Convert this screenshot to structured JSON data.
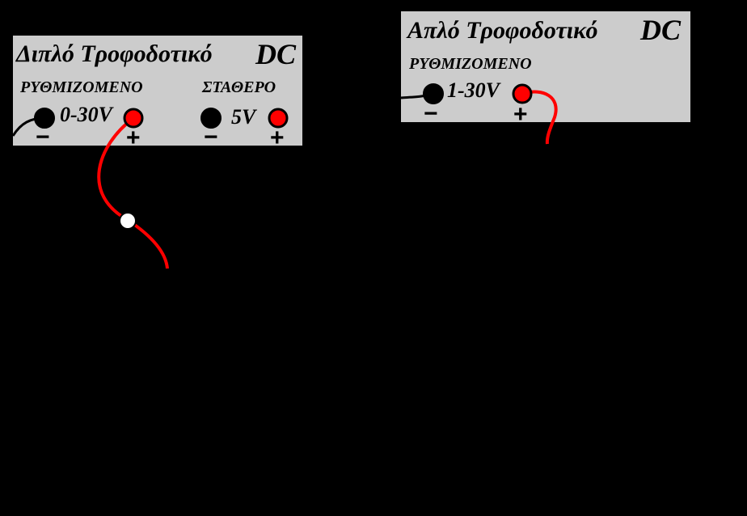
{
  "double_supply": {
    "title": "Διπλό Τροφοδοτικό",
    "dc": "DC",
    "adjustable_label": "ΡΥΘΜΙΖΟΜΕΝΟ",
    "adjustable_range": "0-30V",
    "fixed_label": "ΣΤΑΘΕΡΟ",
    "fixed_value": "5V",
    "minus": "−",
    "plus": "+"
  },
  "single_supply": {
    "title": "Απλό Τροφοδοτικό",
    "dc": "DC",
    "adjustable_label": "ΡΥΘΜΙΖΟΜΕΝΟ",
    "adjustable_range": "1-30V",
    "minus": "−",
    "plus": "+"
  },
  "colors": {
    "panel": "#cccccc",
    "background": "#000000",
    "positive_terminal": "#ff0000",
    "negative_terminal": "#000000",
    "positive_wire": "#ff0000",
    "junction": "#ffffff"
  }
}
